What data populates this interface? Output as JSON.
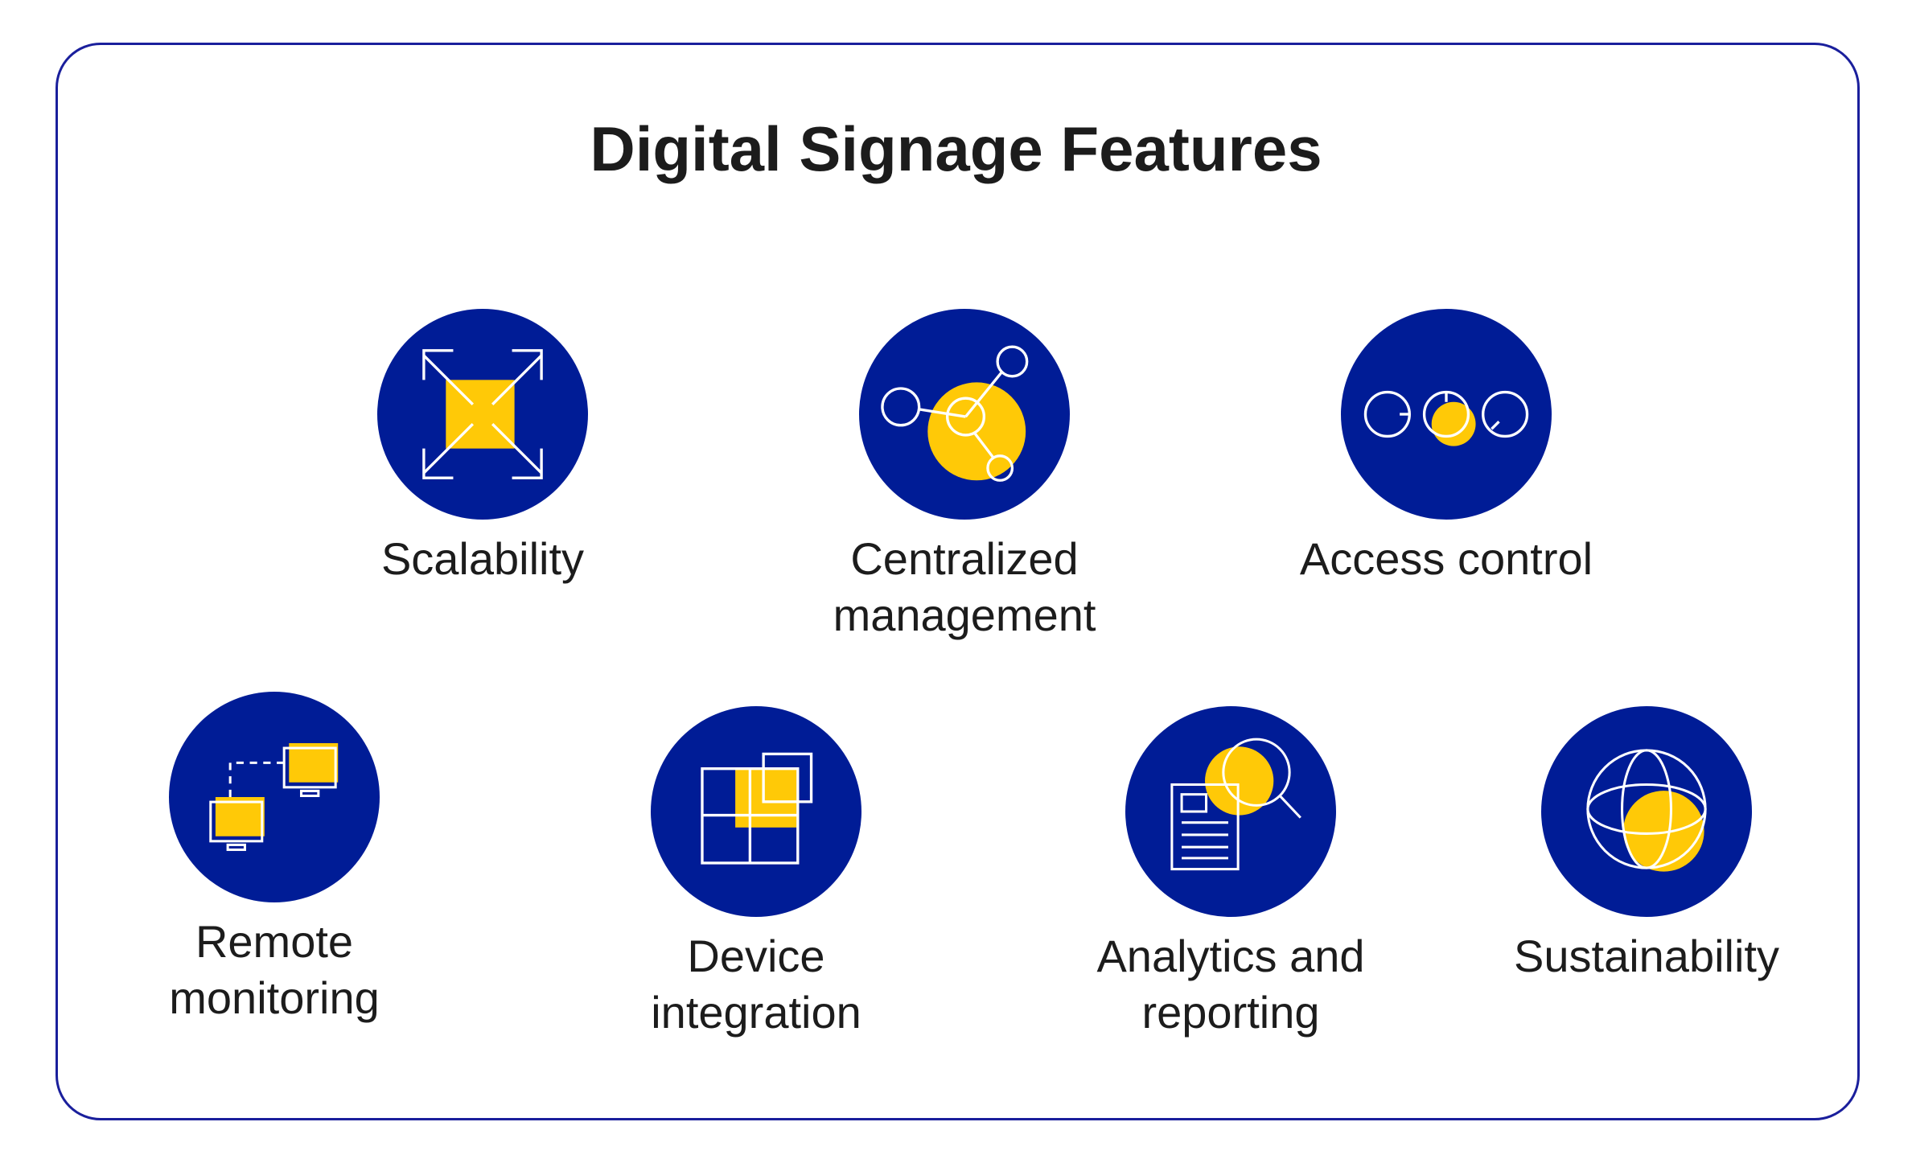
{
  "title": "Digital Signage Features",
  "colors": {
    "circle": "#001C96",
    "accent": "#FFC907",
    "line": "#FFFFFF",
    "border": "#1A1F9C"
  },
  "features": [
    {
      "label_lines": [
        "Scalability"
      ],
      "icon": "expand-arrows-icon"
    },
    {
      "label_lines": [
        "Centralized",
        "management"
      ],
      "icon": "network-nodes-icon"
    },
    {
      "label_lines": [
        "Access control"
      ],
      "icon": "dials-icon"
    },
    {
      "label_lines": [
        "Remote",
        "monitoring"
      ],
      "icon": "connected-monitors-icon"
    },
    {
      "label_lines": [
        "Device",
        "integration"
      ],
      "icon": "grid-squares-icon"
    },
    {
      "label_lines": [
        "Analytics and",
        "reporting"
      ],
      "icon": "document-magnifier-icon"
    },
    {
      "label_lines": [
        "Sustainability"
      ],
      "icon": "globe-icon"
    }
  ]
}
